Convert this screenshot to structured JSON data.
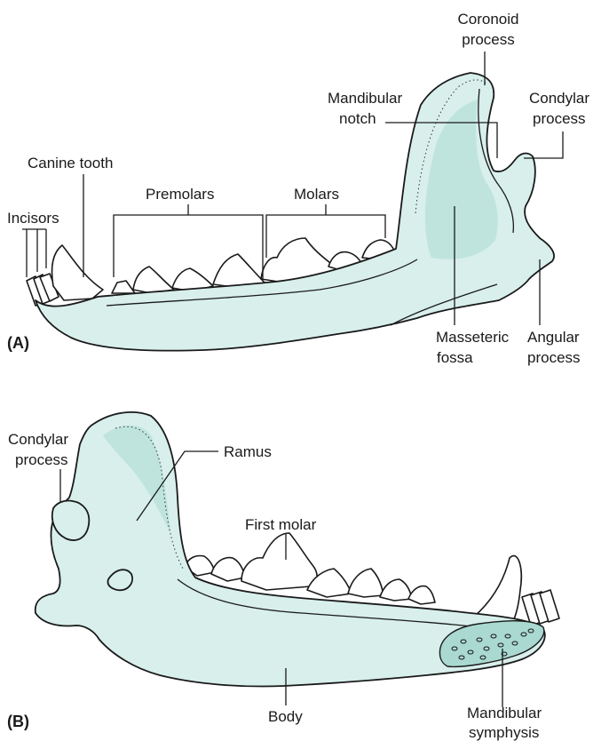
{
  "panels": {
    "a": "(A)",
    "b": "(B)"
  },
  "labels_a": {
    "coronoid_1": "Coronoid",
    "coronoid_2": "process",
    "mandibular_notch_1": "Mandibular",
    "mandibular_notch_2": "notch",
    "condylar_1": "Condylar",
    "condylar_2": "process",
    "canine": "Canine tooth",
    "incisors": "Incisors",
    "premolars": "Premolars",
    "molars": "Molars",
    "masseteric_1": "Masseteric",
    "masseteric_2": "fossa",
    "angular_1": "Angular",
    "angular_2": "process"
  },
  "labels_b": {
    "condylar_1": "Condylar",
    "condylar_2": "process",
    "ramus": "Ramus",
    "first_molar": "First molar",
    "body": "Body",
    "symphysis_1": "Mandibular",
    "symphysis_2": "symphysis"
  },
  "colors": {
    "bone": "#d8efec",
    "fossa": "#bfe4de",
    "symphysis": "#a9d9d1",
    "tooth": "#ffffff",
    "ink": "#1a1a1a"
  }
}
